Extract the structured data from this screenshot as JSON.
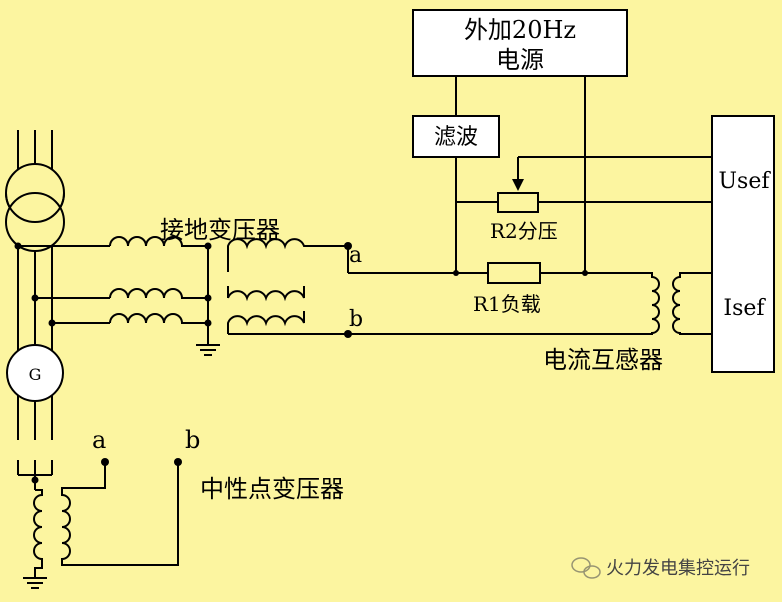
{
  "power_source": {
    "line1": "外加20Hz",
    "line2": "电源"
  },
  "filter": "滤波",
  "r2": "R2分压",
  "r1": "R1负载",
  "grounding_transformer": "接地变压器",
  "current_transformer": "电流互感器",
  "neutral_transformer": "中性点变压器",
  "terminal_a": "a",
  "terminal_b": "b",
  "terminal_a2": "a",
  "terminal_b2": "b",
  "usef": "Usef",
  "isef": "Isef",
  "generator": "G",
  "watermark": "火力发电集控运行",
  "colors": {
    "background": "#fcf5a0",
    "lines": "#000000",
    "boxes": "#ffffff"
  }
}
